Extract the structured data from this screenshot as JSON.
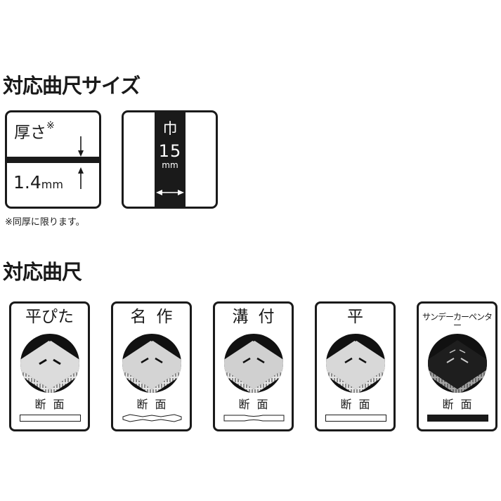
{
  "section1": {
    "title": "対応曲尺サイズ",
    "thickness_box": {
      "label": "厚さ",
      "mark": "※",
      "value": "1.4",
      "unit": "mm"
    },
    "width_box": {
      "label": "巾",
      "value": "15",
      "unit": "mm"
    },
    "note": "※同厚に限ります。"
  },
  "section2": {
    "title": "対応曲尺",
    "cards": [
      {
        "name": "平ぴた",
        "section_label": "断面",
        "section_shape": "flat",
        "circle_style": "light"
      },
      {
        "name": "名作",
        "section_label": "断面",
        "section_shape": "wavy",
        "circle_style": "light"
      },
      {
        "name": "溝付",
        "section_label": "断面",
        "section_shape": "grooved",
        "circle_style": "light"
      },
      {
        "name": "平",
        "section_label": "断面",
        "section_shape": "flat",
        "circle_style": "light"
      },
      {
        "name": "サンデーカーペンター",
        "section_label": "断面",
        "section_shape": "solid",
        "circle_style": "dark"
      }
    ]
  },
  "colors": {
    "ink": "#1a1a1a",
    "background": "#ffffff",
    "ruler_light": "#d9d9d9"
  }
}
